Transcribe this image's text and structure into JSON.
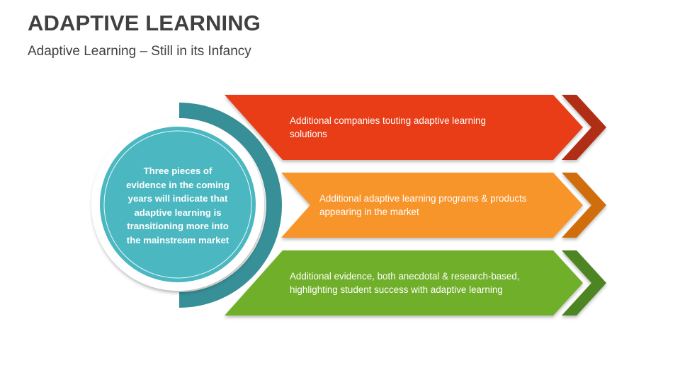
{
  "slide": {
    "title": "ADAPTIVE LEARNING",
    "subtitle": "Adaptive Learning – Still in its Infancy"
  },
  "center": {
    "text": "Three pieces of evidence in the coming years will indicate that adaptive learning is transitioning more into the mainstream market",
    "lines": [
      "Three pieces of",
      "evidence in the coming",
      "years will indicate that",
      "adaptive learning is",
      "transitioning more into",
      "the mainstream market"
    ],
    "colors": {
      "disc": "#4BB8C1",
      "ring": "#378F97",
      "outer_disc": "#FFFFFF"
    }
  },
  "arrows": [
    {
      "label": "Additional companies touting adaptive learning solutions",
      "color": "#E83C17",
      "chevron_color": "#B02E12"
    },
    {
      "label": "Additional adaptive learning programs & products appearing in the market",
      "color": "#F7942A",
      "chevron_color": "#D06E0E"
    },
    {
      "label": "Additional evidence, both anecdotal & research-based, highlighting student success with adaptive learning",
      "color": "#70AF2A",
      "chevron_color": "#4E8520"
    }
  ]
}
